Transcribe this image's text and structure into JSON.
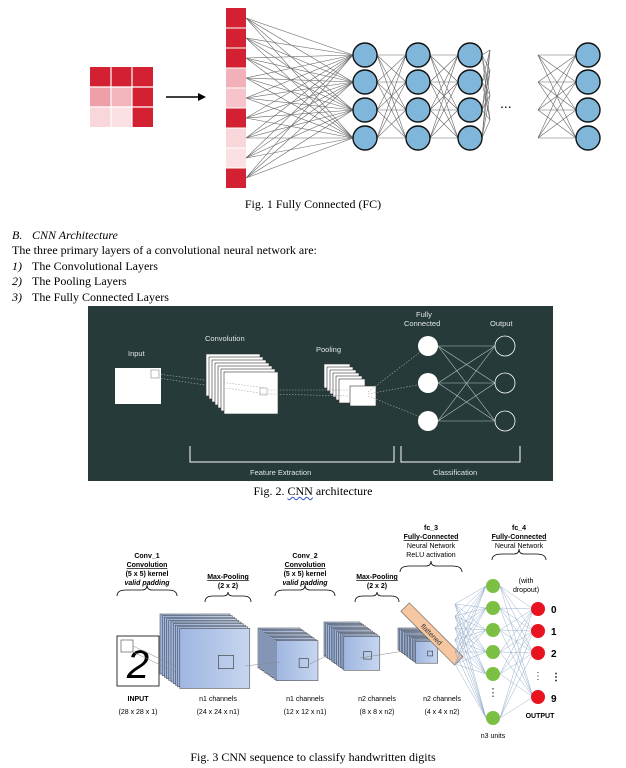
{
  "fig1": {
    "caption": "Fig. 1  Fully Connected (FC)",
    "ellipsis": "..."
  },
  "section": {
    "heading_num": "B.",
    "heading_text": "CNN Architecture",
    "intro": "The three primary layers of a convolutional neural network are:",
    "list": [
      {
        "num": "1)",
        "text": "The Convolutional Layers"
      },
      {
        "num": "2)",
        "text": "The Pooling Layers"
      },
      {
        "num": "3)",
        "text": "The Fully Connected Layers"
      }
    ]
  },
  "fig2": {
    "caption_prefix": "Fig. 2. ",
    "caption_cnn": "CNN",
    "caption_suffix": " architecture",
    "labels": {
      "input": "Input",
      "convolution": "Convolution",
      "pooling": "Pooling",
      "fc_line1": "Fully",
      "fc_line2": "Connected",
      "output": "Output",
      "feature_extraction": "Feature Extraction",
      "classification": "Classification"
    },
    "colors": {
      "background": "#263a3a",
      "text": "#dfe6e6"
    }
  },
  "fig3": {
    "caption": "Fig. 3 CNN sequence to classify handwritten digits",
    "conv1": [
      "Conv_1",
      "Convolution",
      "(5 x 5) kernel",
      "valid padding"
    ],
    "pool1": [
      "Max-Pooling",
      "(2 x 2)"
    ],
    "conv2": [
      "Conv_2",
      "Convolution",
      "(5 x 5) kernel",
      "valid padding"
    ],
    "pool2": [
      "Max-Pooling",
      "(2 x 2)"
    ],
    "fc3": [
      "fc_3",
      "Fully-Connected",
      "Neural Network",
      "ReLU activation"
    ],
    "fc4": [
      "fc_4",
      "Fully-Connected",
      "Neural Network"
    ],
    "dropout": [
      "(with",
      "dropout)"
    ],
    "flattened": "flattened",
    "input_label": "INPUT",
    "input_dims": "(28 x 28 x 1)",
    "stage_labels": [
      {
        "title": "n1 channels",
        "dims": "(24 x 24 x n1)"
      },
      {
        "title": "n1 channels",
        "dims": "(12 x 12 x n1)"
      },
      {
        "title": "n2 channels",
        "dims": "(8 x 8 x n2)"
      },
      {
        "title": "n2 channels",
        "dims": "(4 x 4 x n2)"
      }
    ],
    "n3_units": "n3 units",
    "outputs": [
      "0",
      "1",
      "2",
      "⋮",
      "9"
    ],
    "output_label": "OUTPUT",
    "digit": "2",
    "colors": {
      "hidden_node": "#7bc043",
      "output_node": "#e8131f",
      "feature_map": "#b7c9ea"
    }
  }
}
